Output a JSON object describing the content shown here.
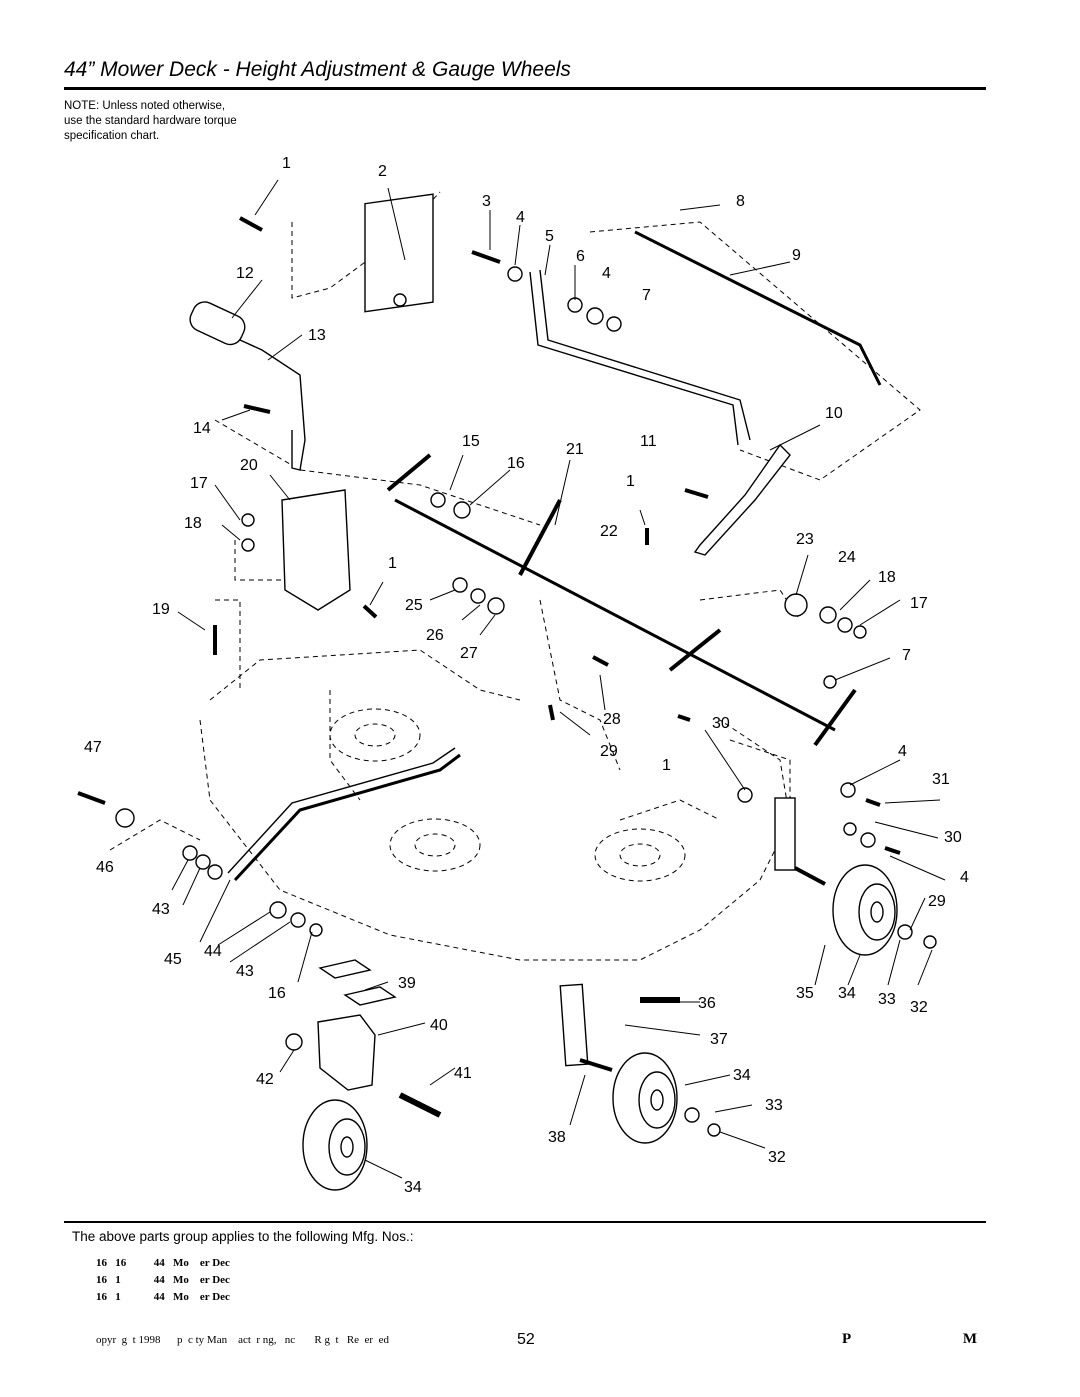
{
  "title": "44” Mower Deck - Height Adjustment & Gauge Wheels",
  "note": [
    "NOTE: Unless noted otherwise,",
    "use the standard hardware torque",
    "specification chart."
  ],
  "callouts": [
    "1",
    "2",
    "3",
    "4",
    "5",
    "6",
    "4",
    "7",
    "8",
    "9",
    "10",
    "11",
    "12",
    "13",
    "14",
    "15",
    "16",
    "21",
    "1",
    "17",
    "20",
    "18",
    "22",
    "23",
    "24",
    "18",
    "17",
    "19",
    "1",
    "25",
    "26",
    "27",
    "7",
    "28",
    "30",
    "47",
    "29",
    "1",
    "4",
    "31",
    "30",
    "46",
    "4",
    "29",
    "43",
    "44",
    "45",
    "43",
    "16",
    "39",
    "35",
    "34",
    "33",
    "32",
    "36",
    "40",
    "37",
    "41",
    "42",
    "34",
    "33",
    "38",
    "32",
    "34"
  ],
  "applies_to": "The above parts group applies to the following Mfg. Nos.:",
  "mfg_lines": [
    "16   16          44   Mo    er Dec",
    "16   1            44   Mo    er Dec",
    "16   1            44   Mo    er Dec"
  ],
  "copyright": "opyr  g  t 1998      p  c ty Man    act  r ng,   nc       R g  t   Re  er  ed",
  "page_number": "52",
  "brand": "P                              M"
}
